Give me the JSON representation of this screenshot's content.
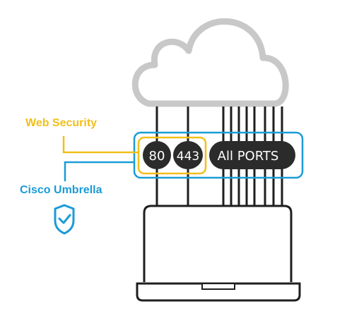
{
  "web_security": {
    "label": "Web Security",
    "color": "#F2BF1A"
  },
  "umbrella": {
    "label": "Cisco Umbrella",
    "color": "#1A9BD7",
    "icon": "shield-check-icon"
  },
  "ports": {
    "port_80": "80",
    "port_443": "443",
    "all_ports": "All PORTS"
  },
  "colors": {
    "cloud_stroke": "#C8C8C8",
    "wire": "#1E1E1E",
    "pill_fill": "#2B2B2B"
  }
}
